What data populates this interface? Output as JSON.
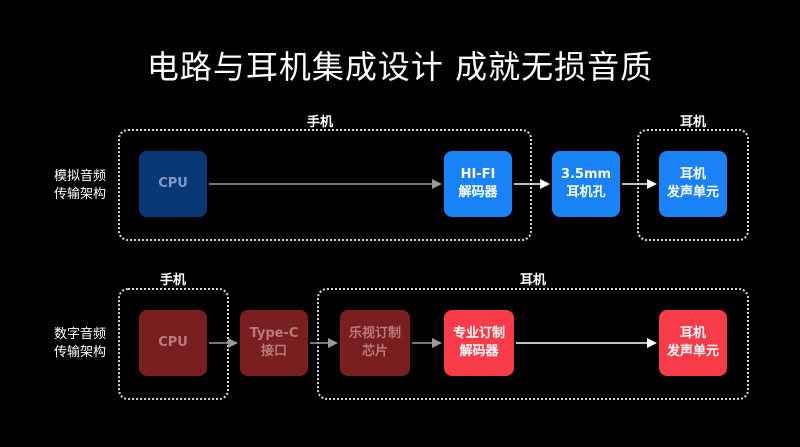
{
  "title": "电路与耳机集成设计 成就无损音质",
  "rows": {
    "analog": {
      "label_line1": "模拟音频",
      "label_line2": "传输架构",
      "group_phone": "手机",
      "group_earphone": "耳机",
      "nodes": {
        "cpu": "CPU",
        "hifi": "HI-FI\n解码器",
        "jack": "3.5mm\n耳机孔",
        "driver": "耳机\n发声单元"
      }
    },
    "digital": {
      "label_line1": "数字音频",
      "label_line2": "传输架构",
      "group_phone": "手机",
      "group_earphone": "耳机",
      "nodes": {
        "cpu": "CPU",
        "typec": "Type-C\n接口",
        "chip": "乐视订制\n芯片",
        "decoder": "专业订制\n解码器",
        "driver": "耳机\n发声单元"
      }
    }
  },
  "colors": {
    "blue_dim": "#0a3877",
    "blue": "#1a82f7",
    "red_dim": "#7a1f1f",
    "red": "#f73b48"
  }
}
